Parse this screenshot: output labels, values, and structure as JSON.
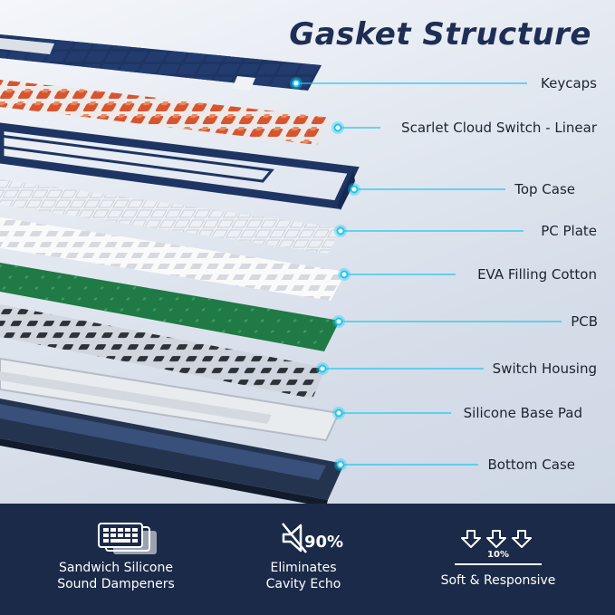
{
  "title": "Gasket Structure",
  "layers": [
    {
      "label": "Keycaps"
    },
    {
      "label": "Scarlet Cloud Switch - Linear"
    },
    {
      "label": "Top Case"
    },
    {
      "label": "PC Plate"
    },
    {
      "label": "EVA Filling Cotton"
    },
    {
      "label": "PCB"
    },
    {
      "label": "Switch Housing"
    },
    {
      "label": "Silicone Base Pad"
    },
    {
      "label": "Bottom Case"
    }
  ],
  "features": [
    {
      "line1": "Sandwich Silicone",
      "line2": "Sound Dampeners",
      "icon": "silicone-layers-icon"
    },
    {
      "line1": "Eliminates",
      "line2": "Cavity Echo",
      "icon": "muted-speaker-icon",
      "icon_text": "90%"
    },
    {
      "line1": "Soft & Responsive",
      "line2": "",
      "icon": "down-arrows-icon",
      "icon_text": "10%"
    }
  ],
  "colors": {
    "navy": "#1e3564",
    "accent_cyan": "#19c8f0",
    "switch_red": "#d8542e",
    "pcb_green": "#1f7a45",
    "footer_bg": "#1b2a48"
  }
}
